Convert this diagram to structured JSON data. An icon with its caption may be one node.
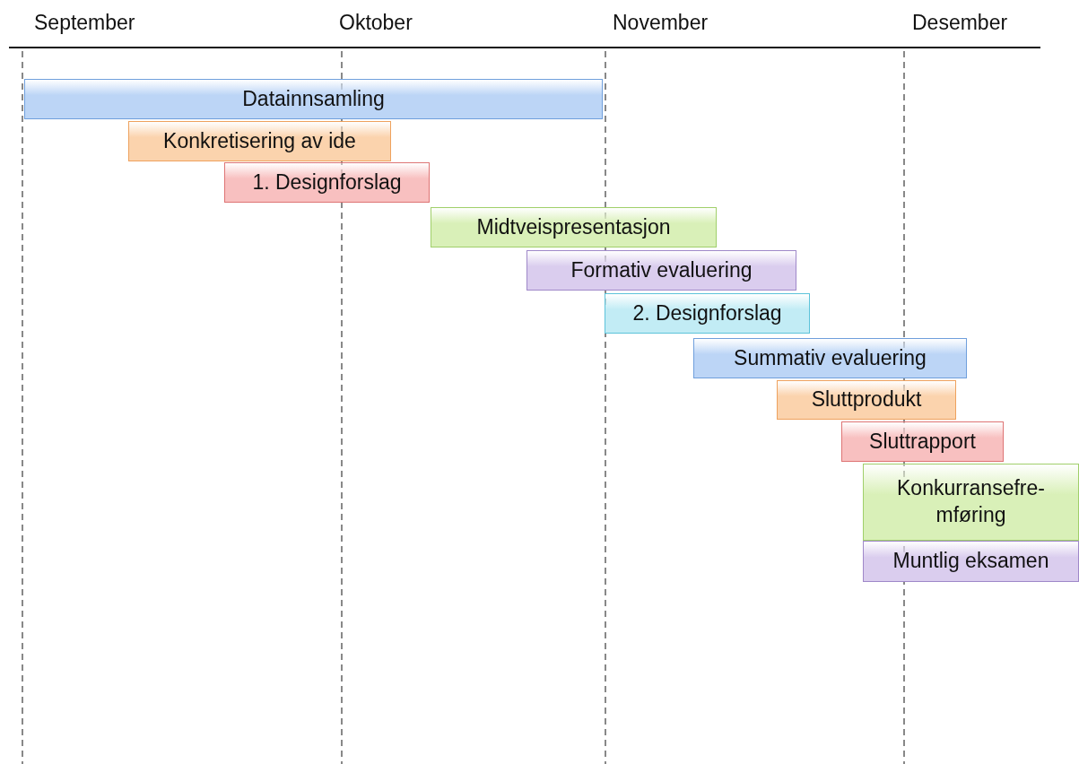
{
  "diagram": {
    "nodes": [
      {
        "text": [
          "Datainnsamling"
        ]
      },
      {
        "text": [
          "Konkretisering av ide"
        ]
      },
      {
        "text": [
          "1. Designforslag"
        ]
      },
      {
        "text": [
          "Midtveispresentasjon"
        ]
      },
      {
        "text": [
          "Formativ evaluering"
        ]
      },
      {
        "text": [
          "2. Designforslag"
        ]
      },
      {
        "text": [
          "Summativ evaluering"
        ]
      },
      {
        "text": [
          "Sluttprodukt"
        ]
      },
      {
        "text": [
          "Sluttrapport"
        ]
      },
      {
        "text": [
          "Konkurransefre- mføring"
        ]
      },
      {
        "text": [
          "Muntlig eksamen"
        ]
      }
    ],
    "labels": [
      "September",
      "Oktober",
      "November",
      "Desember"
    ]
  }
}
